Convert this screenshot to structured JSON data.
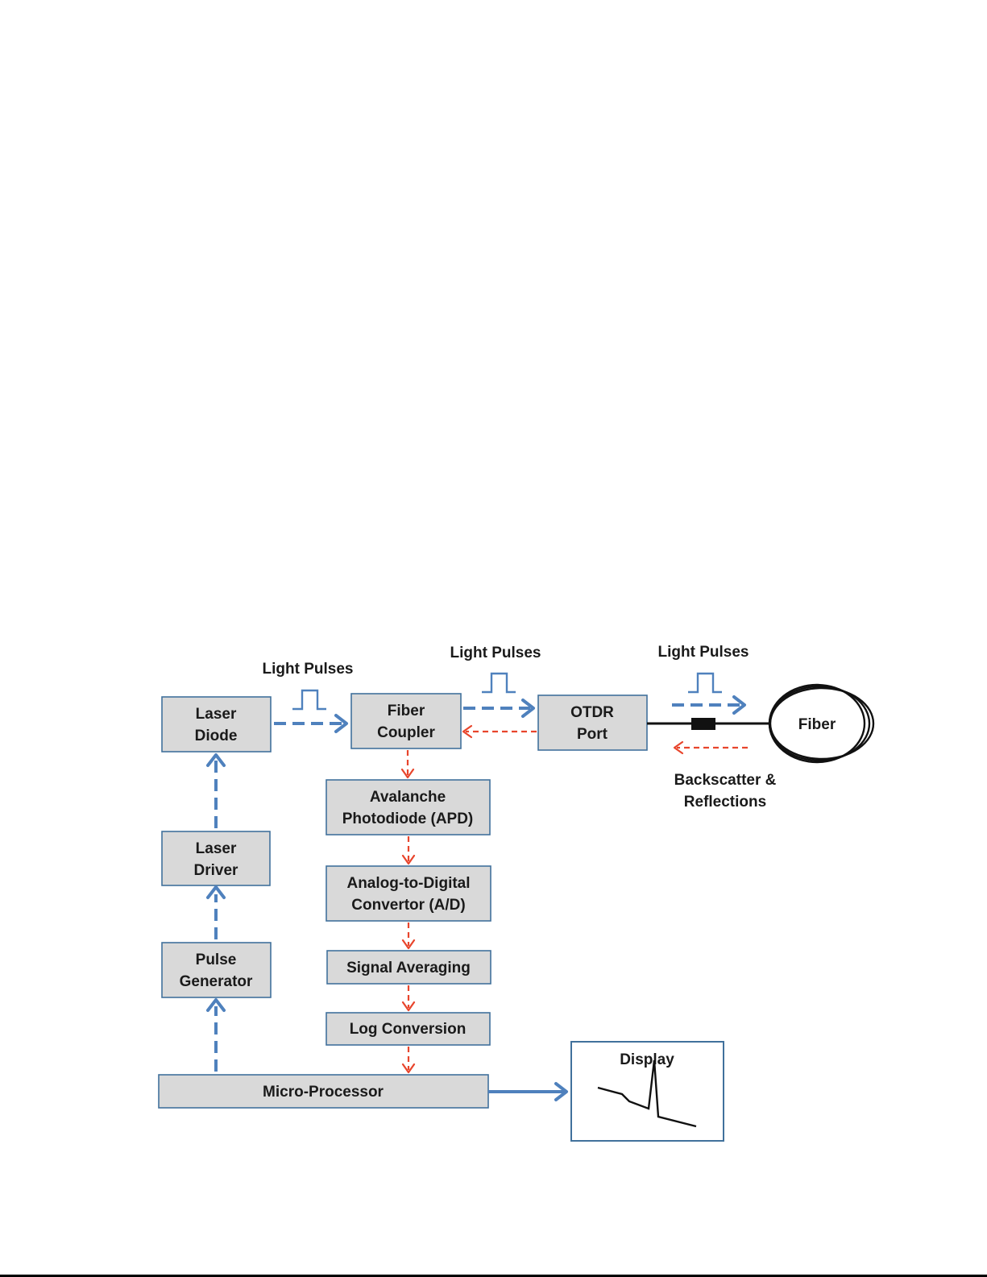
{
  "blocks": {
    "laser_diode": [
      "Laser",
      "Diode"
    ],
    "laser_driver": [
      "Laser",
      "Driver"
    ],
    "pulse_generator": [
      "Pulse",
      "Generator"
    ],
    "fiber_coupler": [
      "Fiber",
      "Coupler"
    ],
    "otdr_port": [
      "OTDR",
      "Port"
    ],
    "apd": [
      "Avalanche",
      "Photodiode (APD)"
    ],
    "adc": [
      "Analog-to-Digital",
      "Convertor (A/D)"
    ],
    "signal_averaging": "Signal Averaging",
    "log_conversion": "Log Conversion",
    "micro_processor": "Micro-Processor",
    "display": "Display",
    "fiber": "Fiber"
  },
  "annotations": {
    "light_pulses_1": "Light Pulses",
    "light_pulses_2": "Light Pulses",
    "light_pulses_3": "Light Pulses",
    "backscatter": [
      "Backscatter &",
      "Reflections"
    ]
  },
  "colors": {
    "outbound_light": "#4f81bd",
    "return_signal": "#e8452c",
    "block_fill": "#d9d9d9",
    "block_border": "#41719c"
  }
}
